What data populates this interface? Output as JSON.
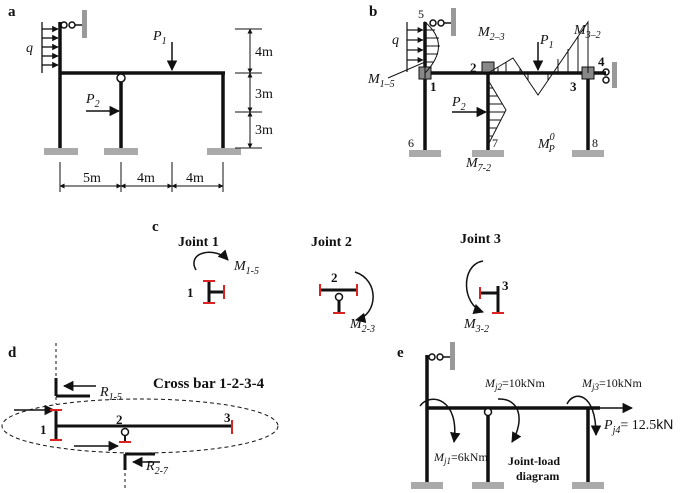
{
  "panel_a": {
    "label": "a",
    "q": "q",
    "P1": "P",
    "P1_sub": "1",
    "P2": "P",
    "P2_sub": "2",
    "dim_4m_top": "4m",
    "dim_3m_upper": "3m",
    "dim_3m_lower": "3m",
    "dim_5m": "5m",
    "dim_4m_mid": "4m",
    "dim_4m_right": "4m"
  },
  "panel_b": {
    "label": "b",
    "node5": "5",
    "q": "q",
    "M23": "M",
    "M23_sub": "2–3",
    "P1": "P",
    "P1_sub": "1",
    "M32": "M",
    "M32_sub": "3–2",
    "M15": "M",
    "M15_sub": "1–5",
    "node1": "1",
    "node2": "2",
    "node3": "3",
    "node4": "4",
    "P2": "P",
    "P2_sub": "2",
    "node7": "7",
    "node6": "6",
    "node8": "8",
    "MP": "M",
    "MP_sub": "P",
    "MP_sup": "0",
    "M72": "M",
    "M72_sub": "7-2"
  },
  "panel_c": {
    "label": "c",
    "joint1_title": "Joint 1",
    "joint2_title": "Joint 2",
    "joint3_title": "Joint 3",
    "j1_node": "1",
    "j1_M": "M",
    "j1_M_sub": "1-5",
    "j2_node": "2",
    "j2_M": "M",
    "j2_M_sub": "2-3",
    "j3_node": "3",
    "j3_M": "M",
    "j3_M_sub": "3-2"
  },
  "panel_d": {
    "label": "d",
    "title": "Cross bar 1-2-3-4",
    "R15": "R",
    "R15_sub": "1-5",
    "R27": "R",
    "R27_sub": "2-7",
    "node1": "1",
    "node2": "2",
    "node3": "3"
  },
  "panel_e": {
    "label": "e",
    "Mj2": "M",
    "Mj2_sub": "j2",
    "Mj2_val": "=10kNm",
    "Mj3": "M",
    "Mj3_sub": "j3",
    "Mj3_val": "=10kNm",
    "Pj4": "P",
    "Pj4_sub": "j4",
    "Pj4_val": "= 12.5",
    "Pj4_unit": "kN",
    "Mj1": "M",
    "Mj1_sub": "j1",
    "Mj1_val": "=6kNm",
    "caption_line1": "Joint-load",
    "caption_line2": "diagram"
  }
}
